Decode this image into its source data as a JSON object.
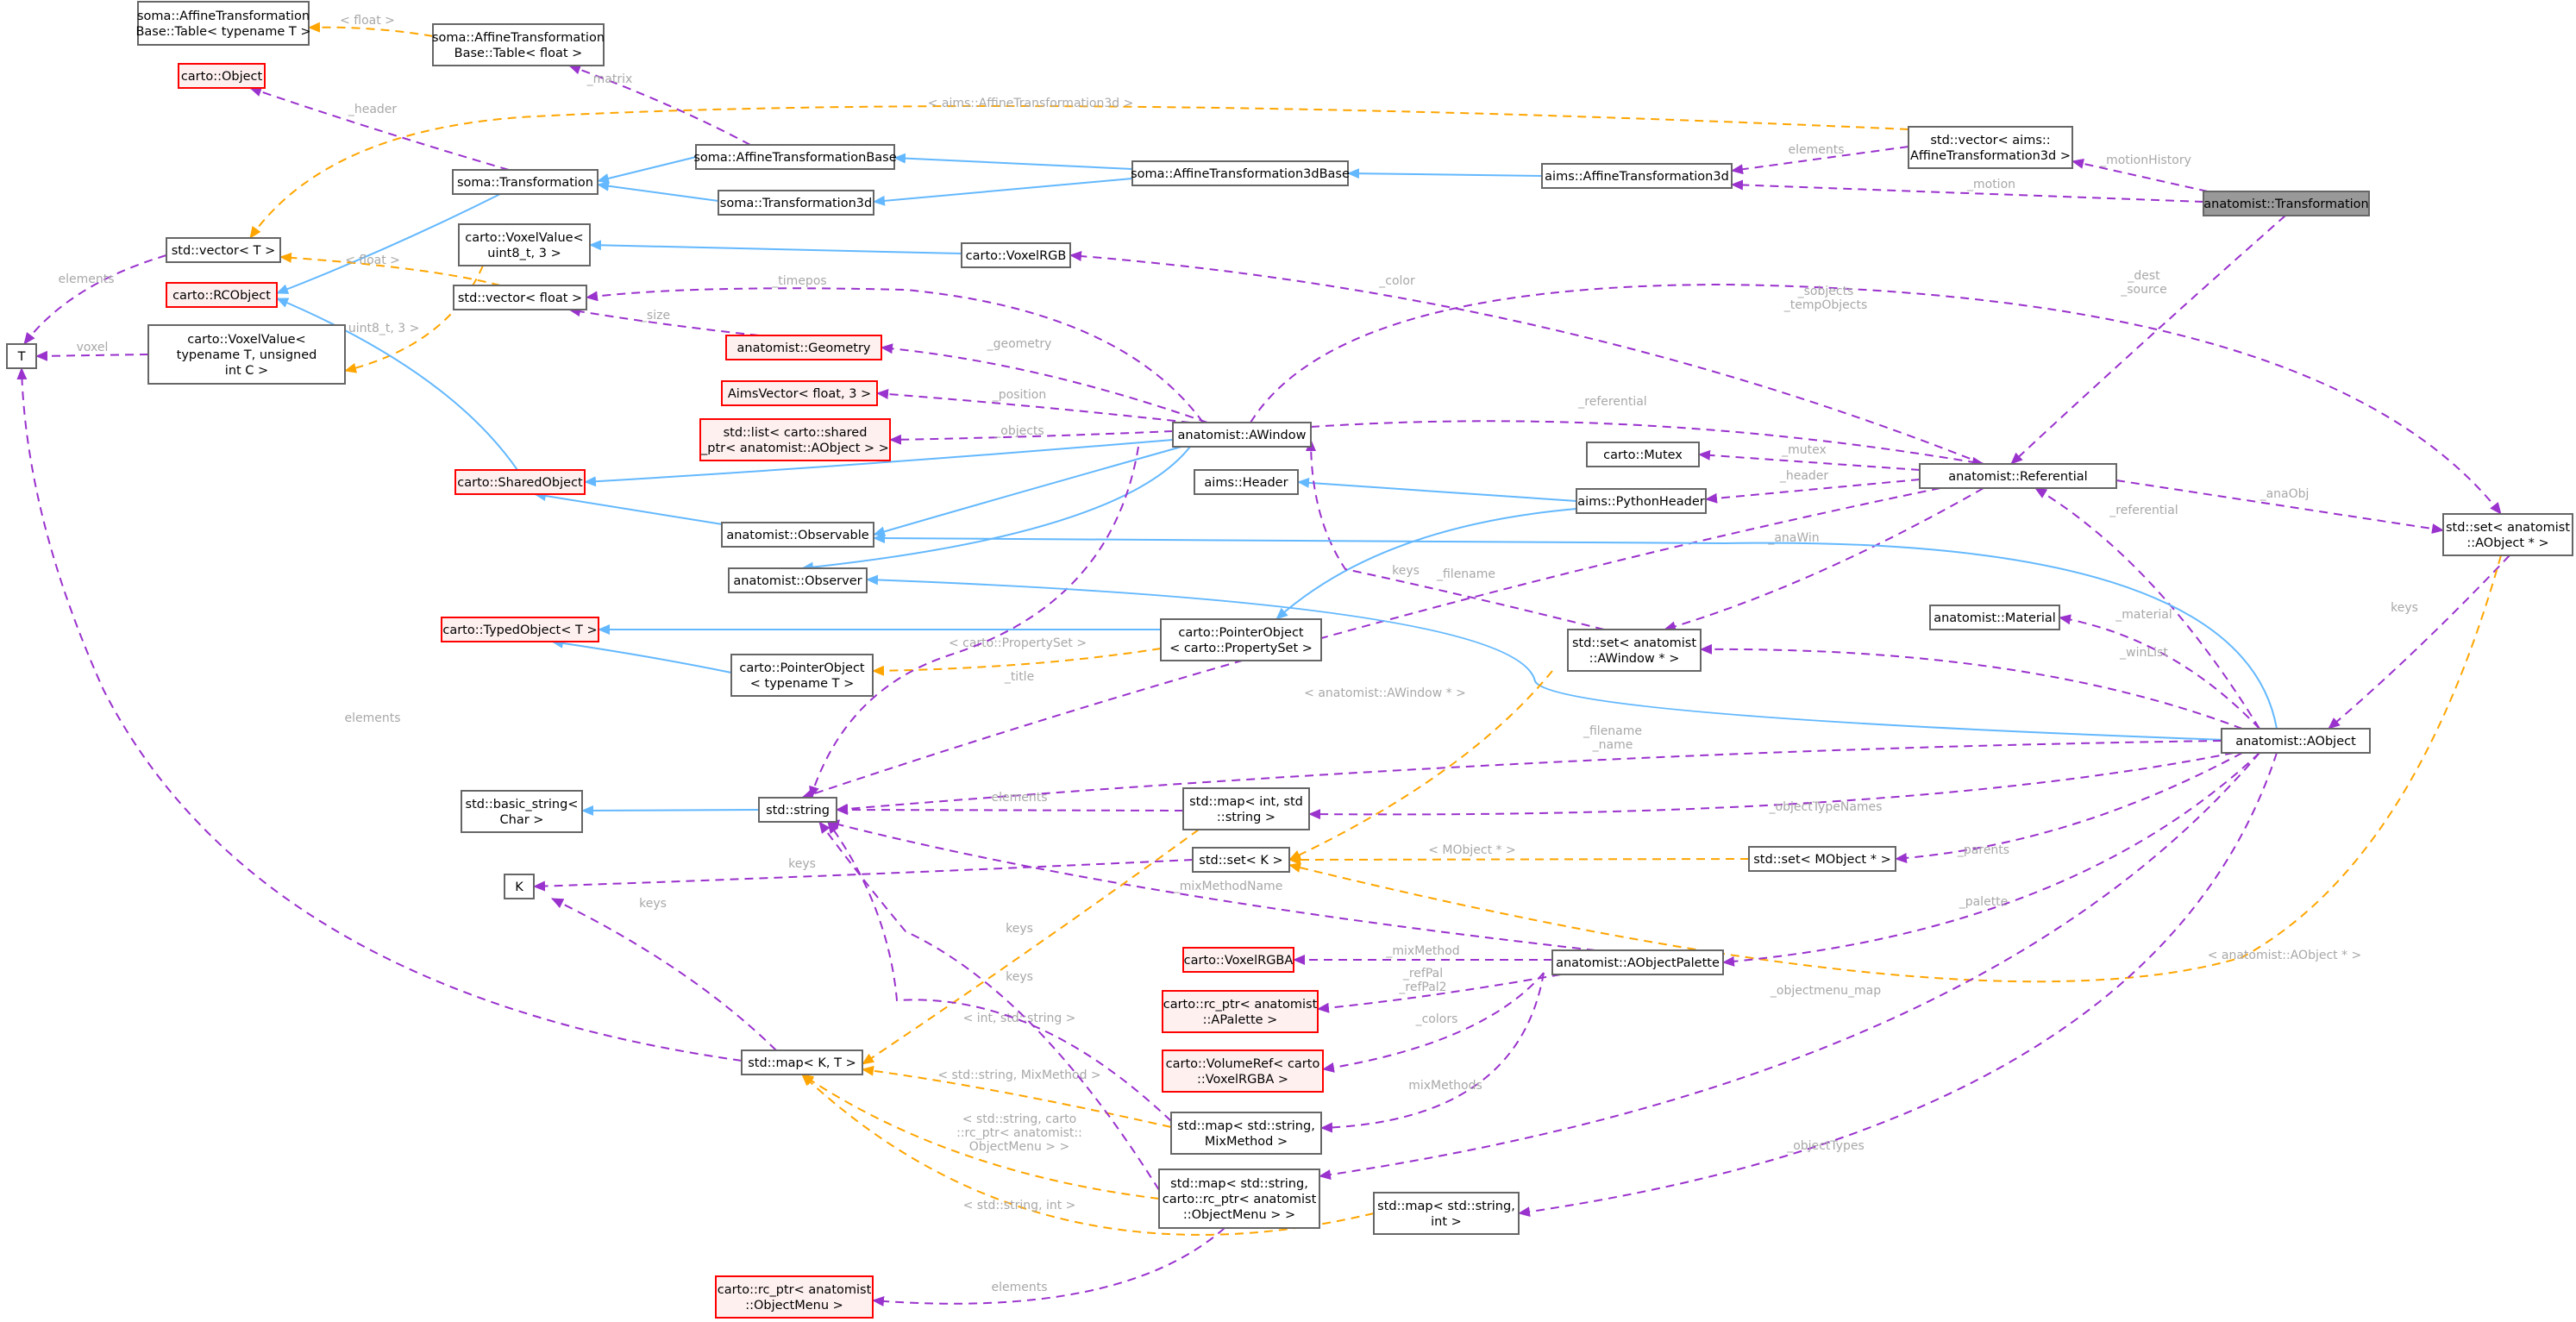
{
  "title": "",
  "colors": {
    "inherit": "#63b8ff",
    "member": "#9a32cd",
    "template": "#ffa500",
    "missing": "#ff0000",
    "self": "#999999"
  },
  "nodes": [
    {
      "id": "affTableT",
      "lines": [
        "soma::AffineTransformation",
        "Base::Table< typename T >"
      ],
      "red": false
    },
    {
      "id": "affTableF",
      "lines": [
        "soma::AffineTransformation",
        "Base::Table< float >"
      ],
      "red": false
    },
    {
      "id": "cartoObject",
      "lines": [
        "carto::Object"
      ],
      "red": true
    },
    {
      "id": "somaTrans",
      "lines": [
        "soma::Transformation"
      ],
      "red": false
    },
    {
      "id": "somaAffBase",
      "lines": [
        "soma::AffineTransformationBase"
      ],
      "red": false
    },
    {
      "id": "somaTrans3d",
      "lines": [
        "soma::Transformation3d"
      ],
      "red": false
    },
    {
      "id": "somaAff3dBase",
      "lines": [
        "soma::AffineTransformation3dBase"
      ],
      "red": false
    },
    {
      "id": "aimsAff3d",
      "lines": [
        "aims::AffineTransformation3d"
      ],
      "red": false
    },
    {
      "id": "vecAff3d",
      "lines": [
        "std::vector< aims::",
        "AffineTransformation3d >"
      ],
      "red": false
    },
    {
      "id": "anaTrans",
      "lines": [
        "anatomist::Transformation"
      ],
      "red": false,
      "self": true
    },
    {
      "id": "vecT",
      "lines": [
        "std::vector< T >"
      ],
      "red": false
    },
    {
      "id": "rcObject",
      "lines": [
        "carto::RCObject"
      ],
      "red": true
    },
    {
      "id": "voxValU8",
      "lines": [
        "carto::VoxelValue<",
        "uint8_t, 3 >"
      ],
      "red": false
    },
    {
      "id": "voxRGB",
      "lines": [
        "carto::VoxelRGB"
      ],
      "red": false
    },
    {
      "id": "vecFloat",
      "lines": [
        "std::vector< float >"
      ],
      "red": false
    },
    {
      "id": "T",
      "lines": [
        "T"
      ],
      "red": false
    },
    {
      "id": "voxValT",
      "lines": [
        "carto::VoxelValue<",
        "typename T, unsigned",
        "int C >"
      ],
      "red": false
    },
    {
      "id": "anaGeom",
      "lines": [
        "anatomist::Geometry"
      ],
      "red": true
    },
    {
      "id": "aimsVec",
      "lines": [
        "AimsVector< float, 3 >"
      ],
      "red": true
    },
    {
      "id": "listShared",
      "lines": [
        "std::list< carto::shared",
        "_ptr< anatomist::AObject > >"
      ],
      "red": true
    },
    {
      "id": "awindow",
      "lines": [
        "anatomist::AWindow"
      ],
      "red": false
    },
    {
      "id": "sharedObj",
      "lines": [
        "carto::SharedObject"
      ],
      "red": true
    },
    {
      "id": "observable",
      "lines": [
        "anatomist::Observable"
      ],
      "red": false
    },
    {
      "id": "observer",
      "lines": [
        "anatomist::Observer"
      ],
      "red": false
    },
    {
      "id": "aimsHeader",
      "lines": [
        "aims::Header"
      ],
      "red": false
    },
    {
      "id": "cartoMutex",
      "lines": [
        "carto::Mutex"
      ],
      "red": false
    },
    {
      "id": "referential",
      "lines": [
        "anatomist::Referential"
      ],
      "red": false
    },
    {
      "id": "pyHeader",
      "lines": [
        "aims::PythonHeader"
      ],
      "red": false
    },
    {
      "id": "setAObj",
      "lines": [
        "std::set< anatomist",
        "::AObject * >"
      ],
      "red": false
    },
    {
      "id": "typedObj",
      "lines": [
        "carto::TypedObject< T >"
      ],
      "red": true
    },
    {
      "id": "ptrObjProp",
      "lines": [
        "carto::PointerObject",
        "< carto::PropertySet >"
      ],
      "red": false
    },
    {
      "id": "ptrObjT",
      "lines": [
        "carto::PointerObject",
        "< typename T >"
      ],
      "red": false
    },
    {
      "id": "setAWin",
      "lines": [
        "std::set< anatomist",
        "::AWindow * >"
      ],
      "red": false
    },
    {
      "id": "anaMaterial",
      "lines": [
        "anatomist::Material"
      ],
      "red": false
    },
    {
      "id": "aobject",
      "lines": [
        "anatomist::AObject"
      ],
      "red": false
    },
    {
      "id": "basicStr",
      "lines": [
        "std::basic_string<",
        "Char >"
      ],
      "red": false
    },
    {
      "id": "stdString",
      "lines": [
        "std::string"
      ],
      "red": false
    },
    {
      "id": "mapIntStr",
      "lines": [
        "std::map< int, std",
        "::string >"
      ],
      "red": false
    },
    {
      "id": "K",
      "lines": [
        "K"
      ],
      "red": false
    },
    {
      "id": "setK",
      "lines": [
        "std::set< K >"
      ],
      "red": false
    },
    {
      "id": "setMObj",
      "lines": [
        "std::set< MObject * >"
      ],
      "red": false
    },
    {
      "id": "voxRGBA",
      "lines": [
        "carto::VoxelRGBA"
      ],
      "red": true
    },
    {
      "id": "aobjPal",
      "lines": [
        "anatomist::AObjectPalette"
      ],
      "red": false
    },
    {
      "id": "rcAPal",
      "lines": [
        "carto::rc_ptr< anatomist",
        "::APalette >"
      ],
      "red": true
    },
    {
      "id": "volRef",
      "lines": [
        "carto::VolumeRef< carto",
        "::VoxelRGBA >"
      ],
      "red": true
    },
    {
      "id": "mapKT",
      "lines": [
        "std::map< K, T >"
      ],
      "red": false
    },
    {
      "id": "mapStrMix",
      "lines": [
        "std::map< std::string,",
        "MixMethod >"
      ],
      "red": false
    },
    {
      "id": "mapStrMenu",
      "lines": [
        "std::map< std::string,",
        "carto::rc_ptr< anatomist",
        "::ObjectMenu > >"
      ],
      "red": false
    },
    {
      "id": "mapStrInt",
      "lines": [
        "std::map< std::string,",
        "int >"
      ],
      "red": false
    },
    {
      "id": "rcMenu",
      "lines": [
        "carto::rc_ptr< anatomist",
        "::ObjectMenu >"
      ],
      "red": true
    }
  ],
  "edges": [
    {
      "id": "e1",
      "kind": "tmpl",
      "from": "affTableF",
      "to": "affTableT",
      "label": [
        "< float >"
      ]
    },
    {
      "id": "e2",
      "kind": "member",
      "from": "somaAffBase",
      "to": "affTableF",
      "label": [
        "_matrix"
      ]
    },
    {
      "id": "e3",
      "kind": "member",
      "from": "somaTrans",
      "to": "cartoObject",
      "label": [
        "_header"
      ]
    },
    {
      "id": "e4",
      "kind": "inherit",
      "from": "somaAffBase",
      "to": "somaTrans",
      "label": []
    },
    {
      "id": "e5",
      "kind": "inherit",
      "from": "somaTrans3d",
      "to": "somaTrans",
      "label": []
    },
    {
      "id": "e6",
      "kind": "inherit",
      "from": "somaAff3dBase",
      "to": "somaAffBase",
      "label": []
    },
    {
      "id": "e7",
      "kind": "inherit",
      "from": "somaAff3dBase",
      "to": "somaTrans3d",
      "label": []
    },
    {
      "id": "e8",
      "kind": "inherit",
      "from": "aimsAff3d",
      "to": "somaAff3dBase",
      "label": []
    },
    {
      "id": "e9",
      "kind": "member",
      "from": "vecAff3d",
      "to": "aimsAff3d",
      "label": [
        "elements"
      ]
    },
    {
      "id": "e10",
      "kind": "tmpl",
      "from": "vecAff3d",
      "to": "vecT",
      "label": [
        "< aims::AffineTransformation3d >"
      ]
    },
    {
      "id": "e11",
      "kind": "member",
      "from": "anaTrans",
      "to": "vecAff3d",
      "label": [
        "_motionHistory"
      ]
    },
    {
      "id": "e12",
      "kind": "member",
      "from": "anaTrans",
      "to": "aimsAff3d",
      "label": [
        "_motion"
      ]
    },
    {
      "id": "e13",
      "kind": "member",
      "from": "anaTrans",
      "to": "referential",
      "label": [
        "_dest",
        "_source"
      ]
    },
    {
      "id": "e14",
      "kind": "inherit",
      "from": "somaTrans",
      "to": "rcObject",
      "label": []
    },
    {
      "id": "e15",
      "kind": "member",
      "from": "vecT",
      "to": "T",
      "label": [
        "elements"
      ]
    },
    {
      "id": "e16",
      "kind": "tmpl",
      "from": "vecFloat",
      "to": "vecT",
      "label": [
        "< float >"
      ]
    },
    {
      "id": "e17",
      "kind": "inherit",
      "from": "voxRGB",
      "to": "voxValU8",
      "label": []
    },
    {
      "id": "e18",
      "kind": "tmpl",
      "from": "voxValU8",
      "to": "voxValT",
      "label": [
        "< uint8_t, 3 >"
      ]
    },
    {
      "id": "e19",
      "kind": "member",
      "from": "voxValT",
      "to": "T",
      "label": [
        "voxel"
      ]
    },
    {
      "id": "e20",
      "kind": "member",
      "from": "awindow",
      "to": "vecFloat",
      "label": [
        "_timepos"
      ]
    },
    {
      "id": "e21",
      "kind": "member",
      "from": "anaGeom",
      "to": "vecFloat",
      "label": [
        "_size"
      ]
    },
    {
      "id": "e22",
      "kind": "member",
      "from": "awindow",
      "to": "anaGeom",
      "label": [
        "_geometry"
      ]
    },
    {
      "id": "e23",
      "kind": "member",
      "from": "awindow",
      "to": "aimsVec",
      "label": [
        "_position"
      ]
    },
    {
      "id": "e24",
      "kind": "member",
      "from": "awindow",
      "to": "listShared",
      "label": [
        "_objects"
      ]
    },
    {
      "id": "e25",
      "kind": "member",
      "from": "referential",
      "to": "voxRGB",
      "label": [
        "_color"
      ]
    },
    {
      "id": "e26",
      "kind": "member",
      "from": "awindow",
      "to": "setAObj",
      "label": [
        "_sobjects",
        "_tempObjects"
      ]
    },
    {
      "id": "e27",
      "kind": "member",
      "from": "awindow",
      "to": "referential",
      "label": [
        "_referential"
      ]
    },
    {
      "id": "e28",
      "kind": "inherit",
      "from": "awindow",
      "to": "sharedObj",
      "label": []
    },
    {
      "id": "e29",
      "kind": "inherit",
      "from": "awindow",
      "to": "observable",
      "label": []
    },
    {
      "id": "e30",
      "kind": "inherit",
      "from": "awindow",
      "to": "observer",
      "label": []
    },
    {
      "id": "e31",
      "kind": "inherit",
      "from": "sharedObj",
      "to": "rcObject",
      "label": []
    },
    {
      "id": "e32",
      "kind": "inherit",
      "from": "observable",
      "to": "sharedObj",
      "label": []
    },
    {
      "id": "e33",
      "kind": "member",
      "from": "referential",
      "to": "cartoMutex",
      "label": [
        "_mutex"
      ]
    },
    {
      "id": "e34",
      "kind": "member",
      "from": "referential",
      "to": "pyHeader",
      "label": [
        "_header"
      ]
    },
    {
      "id": "e35",
      "kind": "inherit",
      "from": "pyHeader",
      "to": "aimsHeader",
      "label": []
    },
    {
      "id": "e36",
      "kind": "inherit",
      "from": "pyHeader",
      "to": "ptrObjProp",
      "label": []
    },
    {
      "id": "e37",
      "kind": "member",
      "from": "referential",
      "to": "setAObj",
      "label": [
        "_anaObj"
      ]
    },
    {
      "id": "e38",
      "kind": "member",
      "from": "referential",
      "to": "setAWin",
      "label": [
        "_anaWin"
      ]
    },
    {
      "id": "e39",
      "kind": "member",
      "from": "referential",
      "to": "stdString",
      "label": [
        "_filename"
      ]
    },
    {
      "id": "e40",
      "kind": "member",
      "from": "setAWin",
      "to": "awindow",
      "label": [
        "keys"
      ]
    },
    {
      "id": "e41",
      "kind": "inherit",
      "from": "ptrObjProp",
      "to": "typedObj",
      "label": []
    },
    {
      "id": "e42",
      "kind": "tmpl",
      "from": "ptrObjProp",
      "to": "ptrObjT",
      "label": [
        "< carto::PropertySet >"
      ]
    },
    {
      "id": "e43",
      "kind": "inherit",
      "from": "ptrObjT",
      "to": "typedObj",
      "label": []
    },
    {
      "id": "e44",
      "kind": "member",
      "from": "awindow",
      "to": "stdString",
      "label": [
        "_title"
      ]
    },
    {
      "id": "e45",
      "kind": "member",
      "from": "aobject",
      "to": "referential",
      "label": [
        "_referential"
      ]
    },
    {
      "id": "e46",
      "kind": "member",
      "from": "aobject",
      "to": "anaMaterial",
      "label": [
        "_material"
      ]
    },
    {
      "id": "e47",
      "kind": "member",
      "from": "aobject",
      "to": "setAWin",
      "label": [
        "_winList"
      ]
    },
    {
      "id": "e48",
      "kind": "member",
      "from": "setAObj",
      "to": "aobject",
      "label": [
        "keys"
      ]
    },
    {
      "id": "e49",
      "kind": "inherit",
      "from": "aobject",
      "to": "observable",
      "label": []
    },
    {
      "id": "e50",
      "kind": "inherit",
      "from": "aobject",
      "to": "observer",
      "label": []
    },
    {
      "id": "e51",
      "kind": "tmpl",
      "from": "setAWin",
      "to": "setK",
      "label": [
        "< anatomist::AWindow * >"
      ]
    },
    {
      "id": "e52",
      "kind": "tmpl",
      "from": "setAObj",
      "to": "setK",
      "label": [
        "< anatomist::AObject * >"
      ]
    },
    {
      "id": "e53",
      "kind": "member",
      "from": "aobject",
      "to": "stdString",
      "label": [
        "_filename",
        "_name"
      ]
    },
    {
      "id": "e54",
      "kind": "inherit",
      "from": "stdString",
      "to": "basicStr",
      "label": []
    },
    {
      "id": "e55",
      "kind": "member",
      "from": "mapIntStr",
      "to": "stdString",
      "label": [
        "elements"
      ]
    },
    {
      "id": "e56",
      "kind": "member",
      "from": "aobject",
      "to": "mapIntStr",
      "label": [
        "_objectTypeNames"
      ]
    },
    {
      "id": "e57",
      "kind": "member",
      "from": "setK",
      "to": "K",
      "label": [
        "keys"
      ]
    },
    {
      "id": "e58",
      "kind": "tmpl",
      "from": "setMObj",
      "to": "setK",
      "label": [
        "< MObject * >"
      ]
    },
    {
      "id": "e59",
      "kind": "member",
      "from": "aobject",
      "to": "setMObj",
      "label": [
        "_parents"
      ]
    },
    {
      "id": "e60",
      "kind": "member",
      "from": "aobjPal",
      "to": "stdString",
      "label": [
        "_mixMethodName"
      ]
    },
    {
      "id": "e61",
      "kind": "member",
      "from": "aobject",
      "to": "aobjPal",
      "label": [
        "_palette"
      ]
    },
    {
      "id": "e62",
      "kind": "member",
      "from": "aobjPal",
      "to": "voxRGBA",
      "label": [
        "_mixMethod"
      ]
    },
    {
      "id": "e63",
      "kind": "member",
      "from": "aobjPal",
      "to": "rcAPal",
      "label": [
        "_refPal",
        "_refPal2"
      ]
    },
    {
      "id": "e64",
      "kind": "member",
      "from": "aobjPal",
      "to": "volRef",
      "label": [
        "_colors"
      ]
    },
    {
      "id": "e65",
      "kind": "member",
      "from": "aobjPal",
      "to": "mapStrMix",
      "label": [
        "mixMethods"
      ]
    },
    {
      "id": "e66",
      "kind": "member",
      "from": "mapKT",
      "to": "T",
      "label": [
        "elements"
      ]
    },
    {
      "id": "e67",
      "kind": "member",
      "from": "mapKT",
      "to": "K",
      "label": [
        "keys"
      ]
    },
    {
      "id": "e68",
      "kind": "tmpl",
      "from": "mapIntStr",
      "to": "mapKT",
      "label": [
        "< int, std::string >"
      ]
    },
    {
      "id": "e69",
      "kind": "tmpl",
      "from": "mapStrMix",
      "to": "mapKT",
      "label": [
        "< std::string, MixMethod >"
      ]
    },
    {
      "id": "e70",
      "kind": "tmpl",
      "from": "mapStrMenu",
      "to": "mapKT",
      "label": [
        "< std::string, carto",
        "::rc_ptr< anatomist::",
        "ObjectMenu > >"
      ]
    },
    {
      "id": "e71",
      "kind": "tmpl",
      "from": "mapStrInt",
      "to": "mapKT",
      "label": [
        "< std::string, int >"
      ]
    },
    {
      "id": "e72",
      "kind": "member",
      "from": "mapStrMix",
      "to": "stdString",
      "label": [
        "keys"
      ]
    },
    {
      "id": "e73",
      "kind": "member",
      "from": "mapStrMenu",
      "to": "stdString",
      "label": [
        "keys"
      ]
    },
    {
      "id": "e74",
      "kind": "member",
      "from": "aobject",
      "to": "mapStrMenu",
      "label": [
        "_objectmenu_map"
      ]
    },
    {
      "id": "e75",
      "kind": "member",
      "from": "aobject",
      "to": "mapStrInt",
      "label": [
        "_objectTypes"
      ]
    },
    {
      "id": "e76",
      "kind": "member",
      "from": "mapStrMenu",
      "to": "rcMenu",
      "label": [
        "elements"
      ]
    }
  ]
}
